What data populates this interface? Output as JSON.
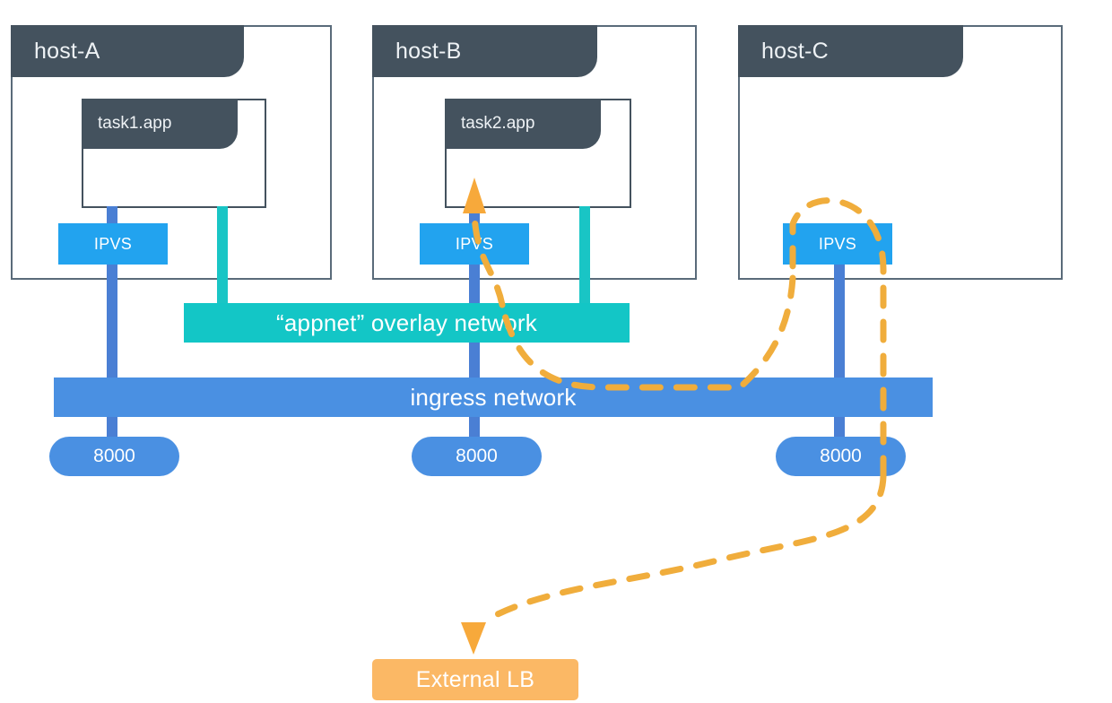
{
  "diagram": {
    "title": "Docker Swarm ingress / overlay routing diagram",
    "colors": {
      "host_header": "#44525e",
      "host_border": "#5a6b7a",
      "ipvs": "#22a3ef",
      "overlay_network": "#13c6c6",
      "ingress_network": "#4a90e2",
      "port_pill": "#4a90e2",
      "external_lb": "#fbb865",
      "dashed_path": "#f0ad3c",
      "blue_link": "#4a7fd4",
      "teal_link": "#19c5c5"
    },
    "hosts": [
      {
        "name": "host-A",
        "task": {
          "label": "task1.app",
          "present": true
        },
        "ipvs": {
          "label": "IPVS"
        },
        "port": {
          "label": "8000"
        }
      },
      {
        "name": "host-B",
        "task": {
          "label": "task2.app",
          "present": true
        },
        "ipvs": {
          "label": "IPVS"
        },
        "port": {
          "label": "8000"
        }
      },
      {
        "name": "host-C",
        "task": {
          "label": "",
          "present": false
        },
        "ipvs": {
          "label": "IPVS"
        },
        "port": {
          "label": "8000"
        }
      }
    ],
    "networks": {
      "overlay": {
        "label": "“appnet” overlay network"
      },
      "ingress": {
        "label": "ingress network"
      }
    },
    "external_lb": {
      "label": "External LB"
    }
  }
}
